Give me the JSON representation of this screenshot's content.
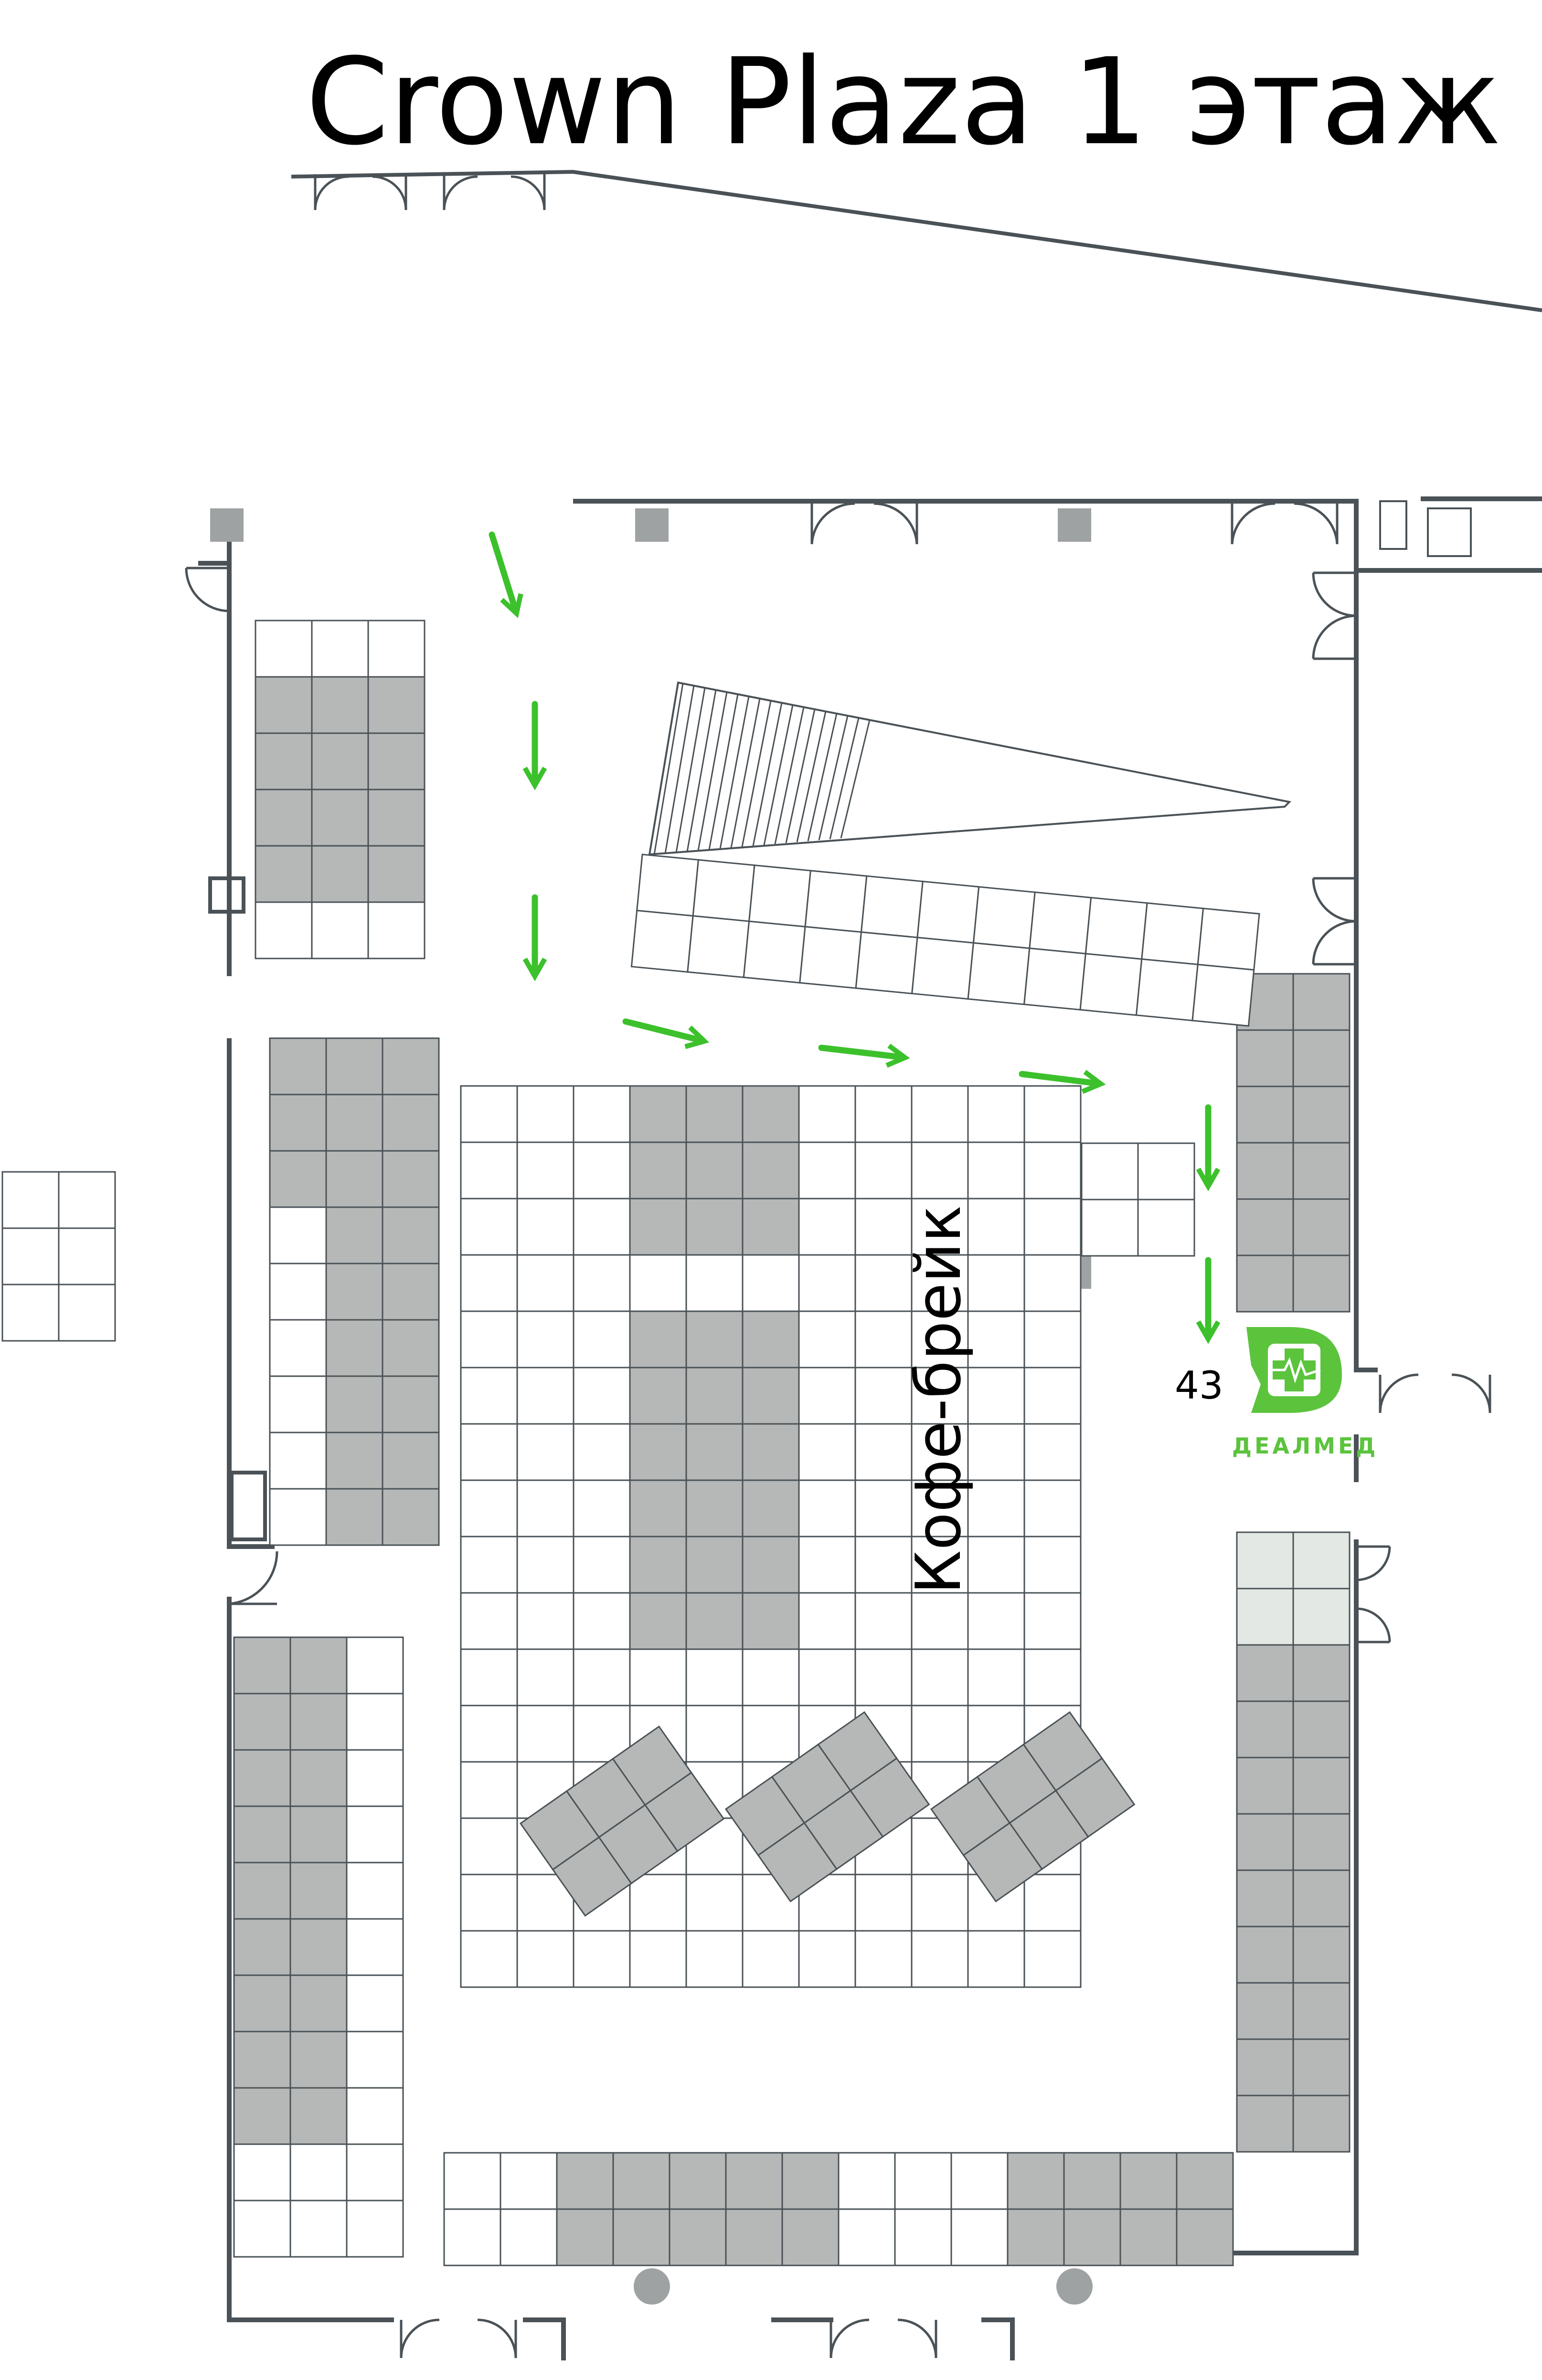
{
  "title": "Crown Plaza 1 этаж",
  "zone_label": "Кофе-брейк",
  "booth": {
    "number": "43",
    "brand": "ДЕАЛМЕД"
  },
  "colors": {
    "wall": "#4a5257",
    "booth_occupied": "#b5b8b7",
    "booth_free": "#ffffff",
    "booth_light": "#e3e8e4",
    "column": "#9ea2a3",
    "arrow": "#3cc12c",
    "brand": "#5cc33d",
    "brand_text": "#5cc33d"
  },
  "icons": [
    "arrow-down-icon",
    "arrow-right-icon",
    "dealmed-logo-icon",
    "door-icon",
    "column-icon"
  ]
}
